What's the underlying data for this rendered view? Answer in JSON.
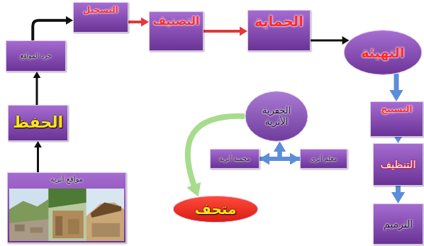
{
  "diagram": {
    "nodes": [
      {
        "text": [
          "مواقع أثرية"
        ]
      },
      {
        "text": [
          "الحفظ"
        ]
      },
      {
        "text": [
          "جرد المواقع"
        ]
      },
      {
        "text": [
          "التسجيل"
        ]
      },
      {
        "text": [
          "التصنيف"
        ]
      },
      {
        "text": [
          "الحماية"
        ]
      },
      {
        "text": [
          "التهيئة"
        ]
      },
      {
        "text": [
          "التسييج"
        ]
      },
      {
        "text": [
          "التنظيف"
        ]
      },
      {
        "text": [
          "الترميم"
        ]
      },
      {
        "text": [
          "الحفرية الأثرية"
        ]
      },
      {
        "text": [
          "محمية أثرية"
        ]
      },
      {
        "text": [
          "معلم أثري"
        ]
      },
      {
        "text": [
          "متحف"
        ]
      }
    ],
    "edges": [
      {
        "from": 0,
        "to": 1,
        "arrow": "to"
      },
      {
        "from": 1,
        "to": 2,
        "arrow": "to"
      },
      {
        "from": 2,
        "to": 3,
        "arrow": "to"
      },
      {
        "from": 3,
        "to": 4,
        "arrow": "to"
      },
      {
        "from": 4,
        "to": 5,
        "arrow": "to"
      },
      {
        "from": 5,
        "to": 6,
        "arrow": "to"
      },
      {
        "from": 6,
        "to": 7,
        "arrow": "to"
      },
      {
        "from": 7,
        "to": 8,
        "arrow": "to"
      },
      {
        "from": 8,
        "to": 9,
        "arrow": "to"
      },
      {
        "from": 11,
        "to": 12,
        "arrow": "both"
      },
      {
        "from": 11,
        "to": 10,
        "arrow": "to"
      },
      {
        "from": 12,
        "to": 10,
        "arrow": "to"
      },
      {
        "from": 10,
        "to": 13,
        "arrow": "to"
      }
    ]
  }
}
